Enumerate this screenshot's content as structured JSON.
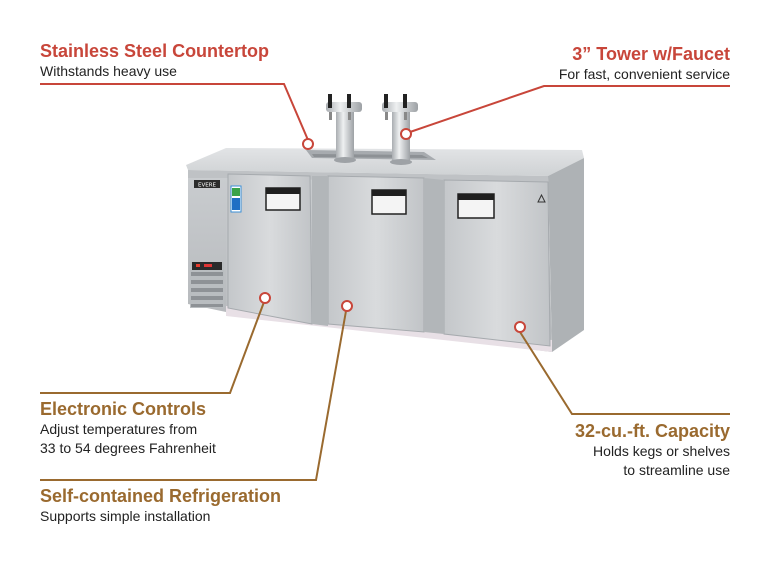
{
  "colors": {
    "red_accent": "#c8463a",
    "brown_accent": "#9a6a2f",
    "steel_light": "#d6d8da",
    "steel_mid": "#bfc2c5",
    "steel_dark": "#9ea2a6"
  },
  "callouts": {
    "countertop": {
      "title": "Stainless Steel Countertop",
      "desc": "Withstands heavy use"
    },
    "tower": {
      "title": "3” Tower w/Faucet",
      "desc": "For fast, convenient service"
    },
    "controls": {
      "title": "Electronic Controls",
      "desc_line1": "Adjust temperatures from",
      "desc_line2": "33 to 54 degrees Fahrenheit"
    },
    "capacity": {
      "title": "32-cu.-ft. Capacity",
      "desc_line1": "Holds kegs or shelves",
      "desc_line2": "to streamline use"
    },
    "refrigeration": {
      "title": "Self-contained Refrigeration",
      "desc": "Supports simple installation"
    }
  },
  "product": {
    "brand_badge": "EVERE"
  }
}
